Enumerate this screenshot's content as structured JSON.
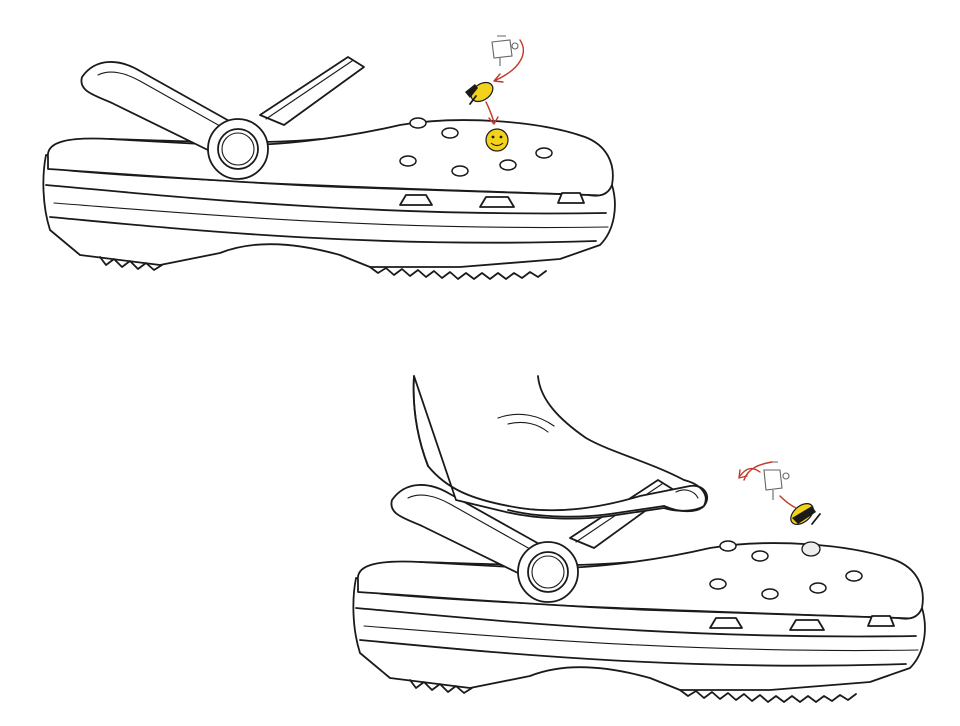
{
  "figure": {
    "panels": [
      {
        "step": "charm-attached-to-clog",
        "shoe": "clog",
        "charm_icon": "smiley-face-charm-icon",
        "hand": false
      },
      {
        "step": "charm-pressed-into-hole-by-hand",
        "shoe": "clog",
        "charm_icon": "ladybug-charm-icon",
        "hand": true
      }
    ],
    "colors": {
      "outline": "#1a1a1a",
      "charm": "#f3d21b",
      "arrow": "#c0392b",
      "background": "#ffffff"
    }
  }
}
